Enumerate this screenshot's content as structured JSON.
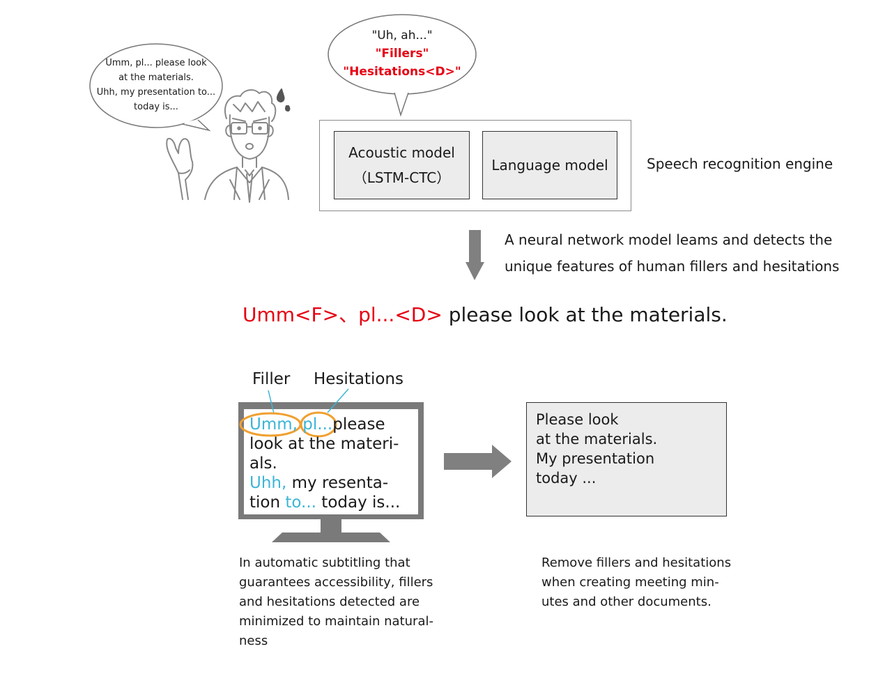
{
  "speaker_bubble": {
    "lines": [
      "Umm, pl... please look",
      "at the materials.",
      "Uhh, my presentation to...",
      "today is..."
    ]
  },
  "engine_bubble": {
    "line1": "\"Uh, ah...\"",
    "line2": "\"Fillers\"",
    "line3": "\"Hesitations<D>\""
  },
  "engine": {
    "acoustic_line1": "Acoustic model",
    "acoustic_line2": "（LSTM-CTC）",
    "language": "Language model",
    "label": "Speech recognition engine"
  },
  "arrow_caption": {
    "line1": "A neural network model leams and detects the",
    "line2": "unique features of human fillers and hesitations"
  },
  "result": {
    "tagged": "Umm<F>、pl...<D>",
    "plain": " please look at the materials."
  },
  "monitor": {
    "label_filler": "Filler",
    "label_hesitations": "Hesitations",
    "line1_filler": "Umm,",
    "line1_hesitation": "pl...",
    "line1_rest": "please",
    "line2": "look at the materi-",
    "line3": "als.",
    "line4_filler": "Uhh,",
    "line4_rest": " my resenta-",
    "line5_start": "tion ",
    "line5_hesitation": "to...",
    "line5_rest": " today is..."
  },
  "output": {
    "lines": [
      "Please look",
      "at the materials.",
      "My presentation",
      "today ..."
    ]
  },
  "left_desc": {
    "lines": [
      "In automatic subtitling that",
      "guarantees accessibility, fillers",
      "and hesitations detected are",
      "minimized to maintain natural-",
      "ness"
    ]
  },
  "right_desc": {
    "lines": [
      "Remove fillers and hesitations",
      "when creating meeting min-",
      "utes and other documents."
    ]
  },
  "colors": {
    "red": "#e60012",
    "cyan": "#3db5d6",
    "orange": "#f0a030",
    "gray_arrow": "#808080"
  }
}
